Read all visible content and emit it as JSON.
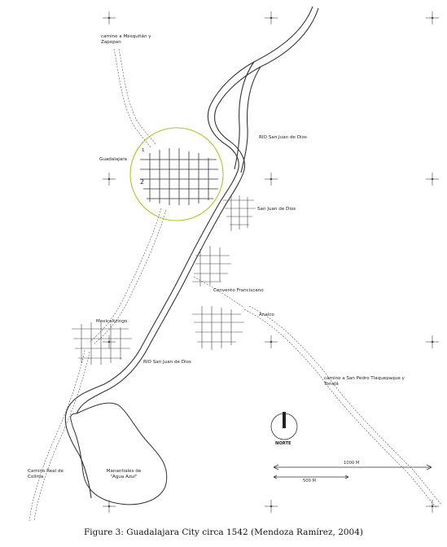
{
  "map": {
    "labels": {
      "road_north": "camino a Mesquitán y Zapopan",
      "guadalajara": "Guadalajara",
      "marker_1": "1",
      "marker_2": "2",
      "river_north": "RIO San Juan de Dios",
      "san_juan_de_dios": "San Juan de Dios",
      "convento": "Convento Franciscano",
      "analco": "Analco",
      "mexicaltzingo": "Mexicaltzingo",
      "river_south": "RIO San Juan de Dios",
      "road_east": "camino a San Pedro Tlaquepaque y Tonalá",
      "camino_real": "Camino Real de Colima",
      "manantiales": "Manantiales de \"Agua Azul\""
    },
    "north_label": "NORTE",
    "scale_1000": "1000 M",
    "scale_500": "500 M"
  },
  "caption": "Figure 3: Guadalajara City circa 1542 (Mendoza Ramírez, 2004)"
}
